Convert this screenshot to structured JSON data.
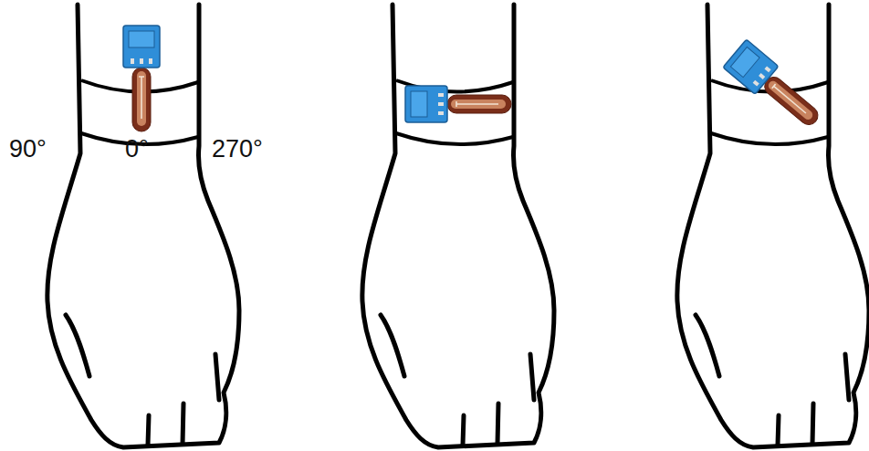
{
  "diagram": {
    "labels": [
      "90°",
      "0°",
      "270°"
    ]
  }
}
